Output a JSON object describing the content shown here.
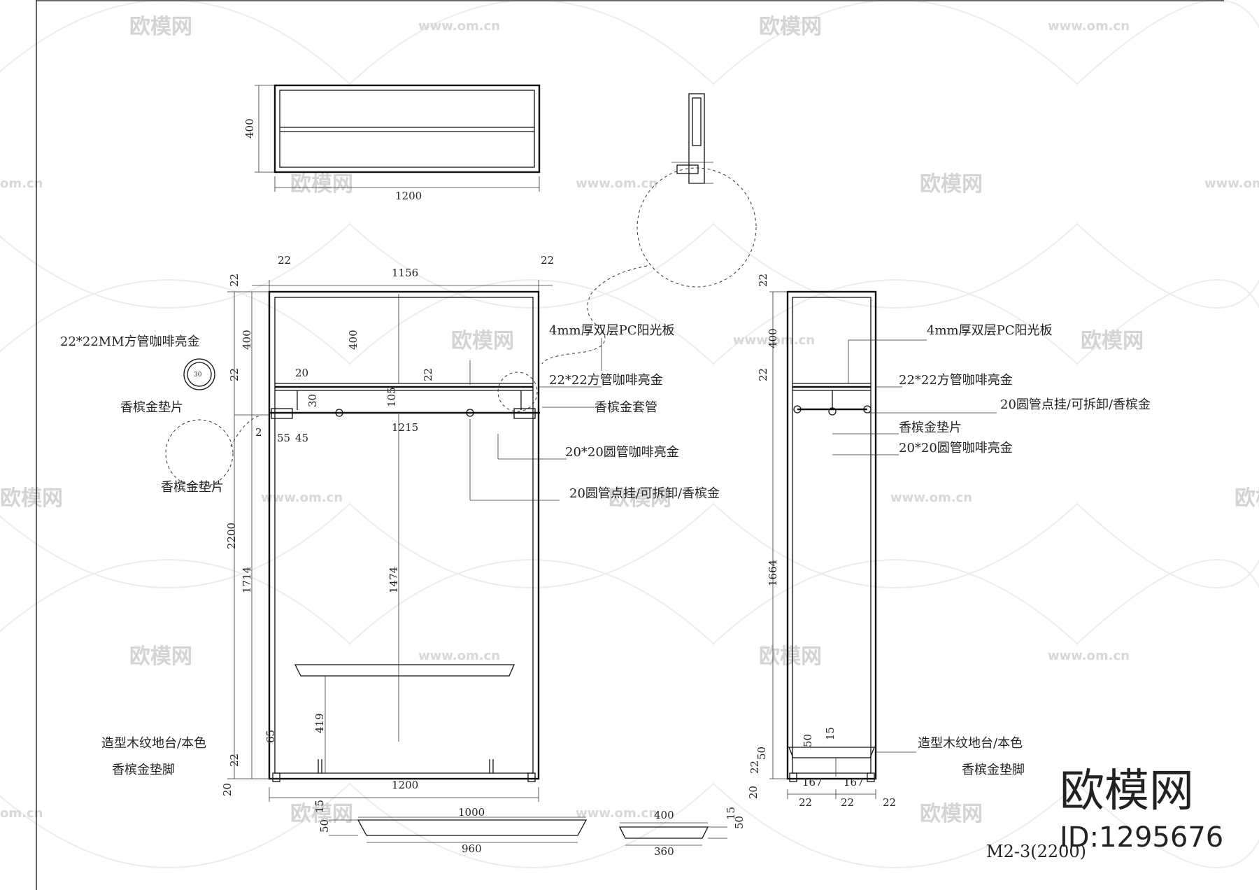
{
  "watermark": {
    "brand": "欧模网",
    "url": "www.om.cn",
    "url_short": "om.cn"
  },
  "brand_mark": {
    "name": "欧模网",
    "id": "ID:1295676"
  },
  "drawing_title": "M2-3(2200)",
  "top_view": {
    "dim_depth": "400",
    "dim_width": "1200"
  },
  "front_view": {
    "dims": {
      "top_left_22": "22",
      "top_inner": "1156",
      "top_right_22": "22",
      "v_22_top": "22",
      "v_400": "400",
      "v_400_inner": "400",
      "v_22_mid": "22",
      "h_20": "20",
      "h_22": "22",
      "v_30": "30",
      "v_105": "105",
      "h_1215": "1215",
      "v_2": "2",
      "h_55": "55",
      "h_45": "45",
      "circle_30": "30",
      "v_2200": "2200",
      "v_1714": "1714",
      "v_1474": "1474",
      "v_419": "419",
      "v_65": "65",
      "v_22_bottom": "22",
      "v_20_bottom": "20",
      "h_1200": "1200"
    },
    "labels": {
      "pc_panel": "4mm厚双层PC阳光板",
      "square_tube_left": "22*22MM方管咖啡亮金",
      "square_tube_right": "22*22方管咖啡亮金",
      "shim_left": "香槟金垫片",
      "sleeve": "香槟金套管",
      "round_tube": "20*20圆管咖啡亮金",
      "detail_shim": "香槟金垫片",
      "hanging_rod": "20圆管点挂/可拆卸/香槟金",
      "wood_base": "造型木纹地台/本色",
      "foot_pad": "香槟金垫脚"
    }
  },
  "side_view": {
    "dims": {
      "v_22_top": "22",
      "v_400": "400",
      "v_22_mid": "22",
      "v_1664": "1664",
      "v_50": "50",
      "v_15": "15",
      "v_50_b": "50",
      "v_22_b": "22",
      "v_20_b": "20",
      "h_167_l": "167",
      "h_167_r": "167",
      "h_22_a": "22",
      "h_22_b": "22",
      "h_22_c": "22"
    },
    "labels": {
      "pc_panel": "4mm厚双层PC阳光板",
      "square_tube": "22*22方管咖啡亮金",
      "hanging_rod": "20圆管点挂/可拆卸/香槟金",
      "shim": "香槟金垫片",
      "round_tube": "20*20圆管咖啡亮金",
      "wood_base": "造型木纹地台/本色",
      "foot_pad": "香槟金垫脚"
    }
  },
  "base_details": {
    "long_15": "15",
    "long_50": "50",
    "long_1000": "1000",
    "long_960": "960",
    "short_400": "400",
    "short_15": "15",
    "short_50": "50",
    "short_360": "360"
  }
}
